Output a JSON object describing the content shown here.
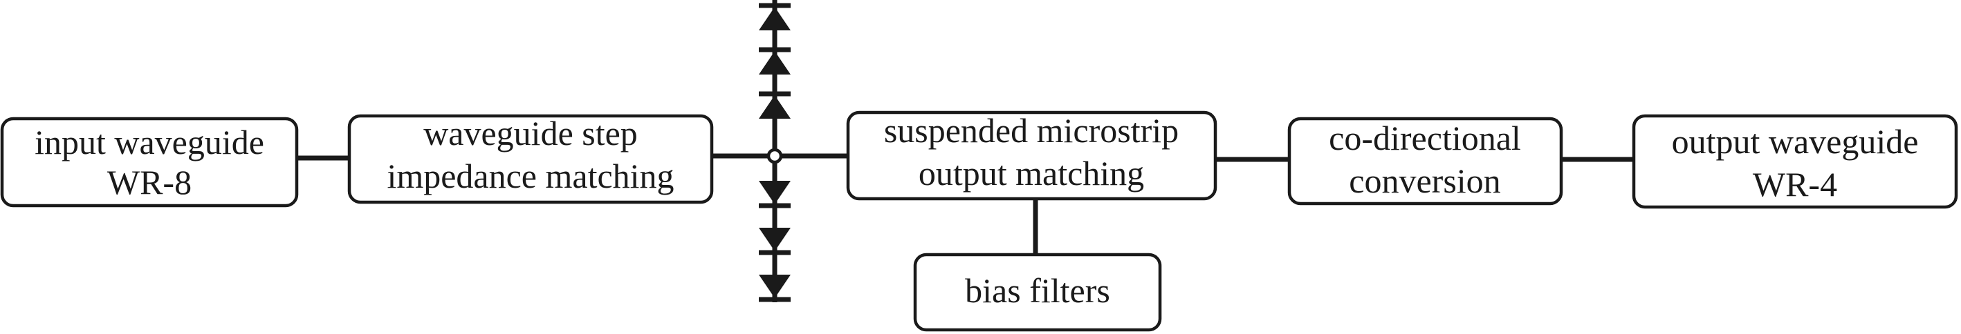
{
  "blocks": {
    "input_waveguide": {
      "line1": "input waveguide",
      "line2": "WR-8"
    },
    "step_matching": {
      "line1": "waveguide step",
      "line2": "impedance matching"
    },
    "microstrip_matching": {
      "line1": "suspended microstrip",
      "line2": "output matching"
    },
    "bias_filters": {
      "line1": "bias filters"
    },
    "codirectional": {
      "line1": "co-directional",
      "line2": "conversion"
    },
    "output_waveguide": {
      "line1": "output waveguide",
      "line2": "WR-4"
    }
  },
  "diode_chain": {
    "upper_diodes": 3,
    "lower_diodes": 3
  }
}
